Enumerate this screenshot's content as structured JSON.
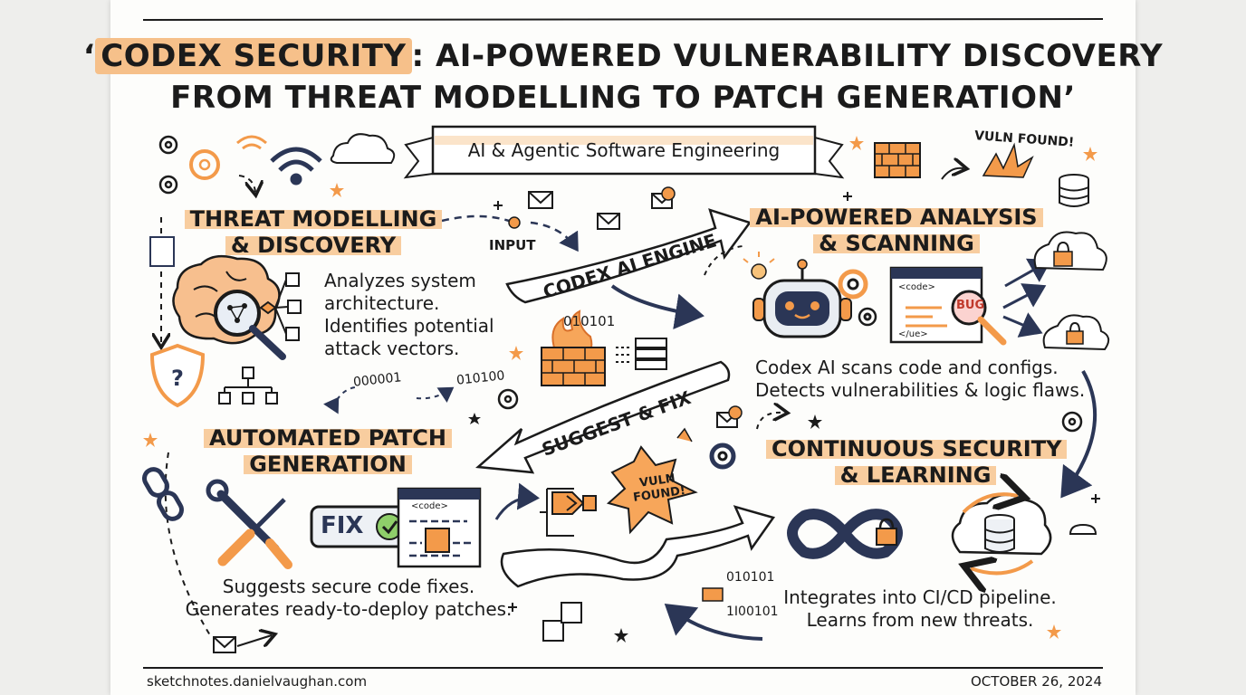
{
  "title": {
    "prefix": "‘",
    "highlight": "CODEX SECURITY",
    "line1_rest": ": AI-POWERED VULNERABILITY DISCOVERY",
    "line2": "FROM THREAT MODELLING TO PATCH GENERATION’"
  },
  "banner": {
    "label": "AI & Agentic Software Engineering"
  },
  "flow": {
    "input_label": "INPUT",
    "engine_label": "CODEX AI ENGINE",
    "suggest_label": "SUGGEST & FIX"
  },
  "sections": {
    "threat": {
      "heading_line1": "THREAT MODELLING",
      "heading_line2": "& DISCOVERY",
      "body_line1": "Analyzes system",
      "body_line2": "architecture.",
      "body_line3": "Identifies potential",
      "body_line4": "attack vectors."
    },
    "analysis": {
      "heading_line1": "AI-POWERED ANALYSIS",
      "heading_line2": "& SCANNING",
      "body_line1": "Codex AI scans code and configs.",
      "body_line2": "Detects vulnerabilities & logic flaws."
    },
    "patch": {
      "heading_line1": "AUTOMATED PATCH",
      "heading_line2": "GENERATION",
      "body_line1": "Suggests secure code fixes.",
      "body_line2": "Generates ready-to-deploy patches."
    },
    "continuous": {
      "heading_line1": "CONTINUOUS SECURITY",
      "heading_line2": "& LEARNING",
      "body_line1": "Integrates into CI/CD pipeline.",
      "body_line2": "Learns from new threats."
    }
  },
  "doodles": {
    "vuln_found_top": "VULN FOUND!",
    "vuln_found_mid_line1": "VULN",
    "vuln_found_mid_line2": "FOUND!",
    "bits_a": "010101",
    "bits_b": "000001",
    "bits_c": "010100",
    "bits_d": "010101",
    "bits_e": "1I00101",
    "bug_label": "BUG",
    "fix_label": "FIX",
    "code_tag": "<code>",
    "code_end_tag": "</ue>"
  },
  "footer": {
    "site": "sketchnotes.danielvaughan.com",
    "date": "OCTOBER 26, 2024"
  },
  "colors": {
    "accent": "#f39a4a",
    "highlight": "#f8cd9f",
    "ink": "#1b1b1b",
    "navy": "#2b3656"
  },
  "icons": [
    "gear-icon",
    "wifi-icon",
    "cloud-icon",
    "brain-icon",
    "magnifier-icon",
    "shield-icon",
    "flowchart-icon",
    "envelope-icon",
    "firewall-icon",
    "server-icon",
    "robot-icon",
    "bug-icon",
    "lock-cloud-icon",
    "database-icon",
    "chain-link-icon",
    "tools-icon",
    "checkmark-icon",
    "infinity-lock-icon",
    "star-icon",
    "lightbulb-icon"
  ]
}
